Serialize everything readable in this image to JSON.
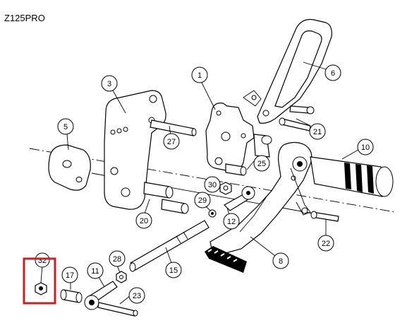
{
  "model": "Z125PRO",
  "highlight_color": "#cc1f1f",
  "callouts": [
    {
      "label": "1"
    },
    {
      "label": "3"
    },
    {
      "label": "5"
    },
    {
      "label": "6"
    },
    {
      "label": "8"
    },
    {
      "label": "10"
    },
    {
      "label": "11"
    },
    {
      "label": "12"
    },
    {
      "label": "15"
    },
    {
      "label": "17"
    },
    {
      "label": "20"
    },
    {
      "label": "21"
    },
    {
      "label": "22"
    },
    {
      "label": "23"
    },
    {
      "label": "25"
    },
    {
      "label": "27"
    },
    {
      "label": "28"
    },
    {
      "label": "29"
    },
    {
      "label": "30"
    },
    {
      "label": "32"
    }
  ]
}
